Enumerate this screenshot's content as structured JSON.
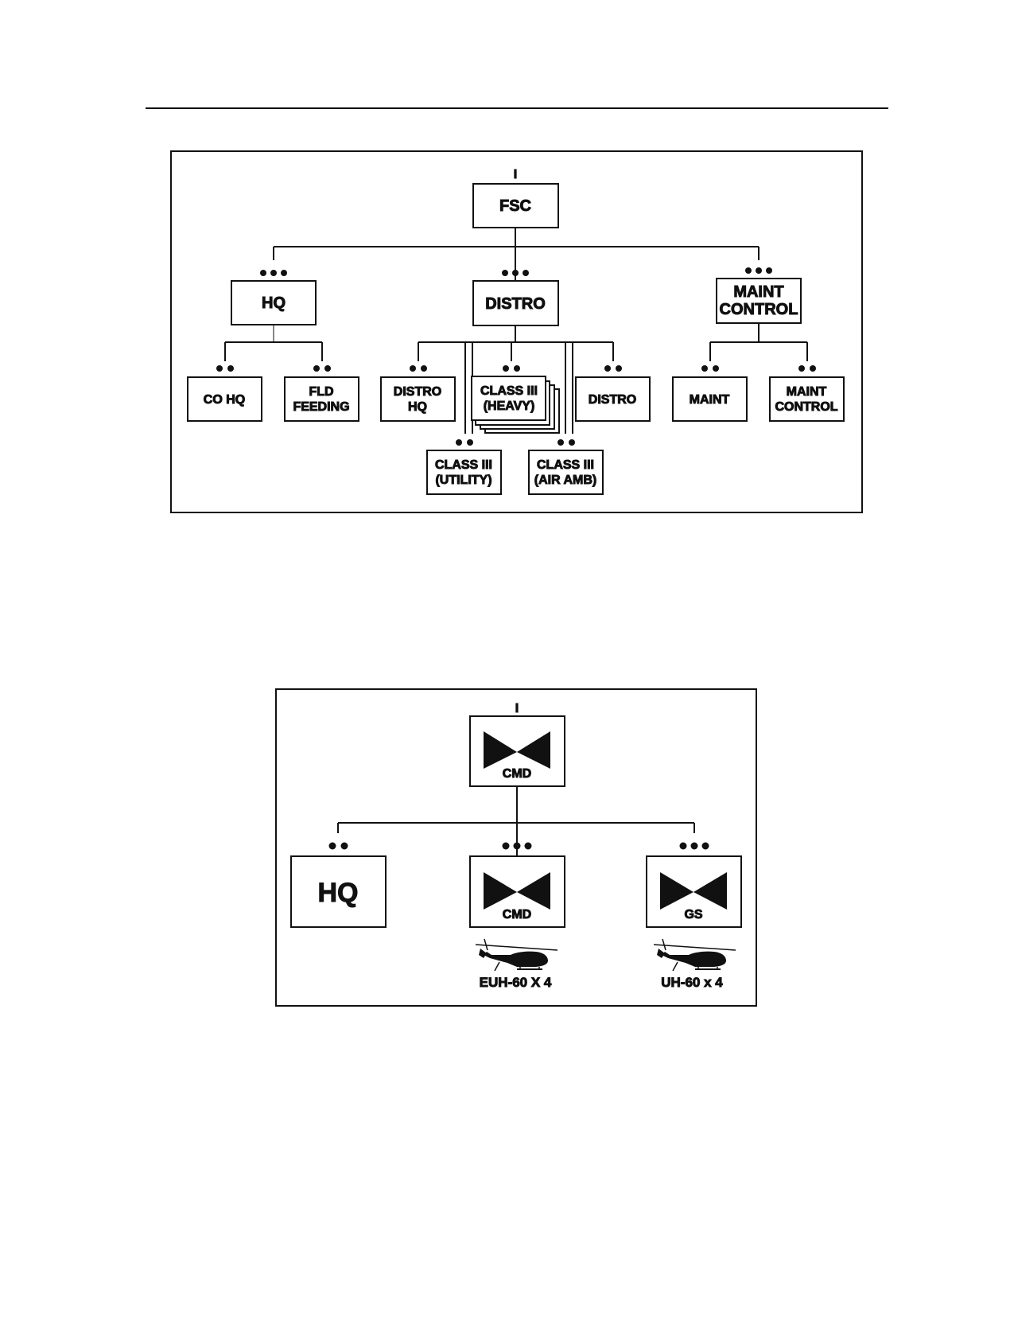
{
  "fsc_chart": {
    "root_echelon": "I",
    "root": "FSC",
    "hq": "HQ",
    "distro": "DISTRO",
    "maint_control_l1": "MAINT",
    "maint_control_l2": "CONTROL",
    "co_hq": "CO HQ",
    "fld_feeding_l1": "FLD",
    "fld_feeding_l2": "FEEDING",
    "distro_hq_l1": "DISTRO",
    "distro_hq_l2": "HQ",
    "class3_heavy_l1": "CLASS III",
    "class3_heavy_l2": "(HEAVY)",
    "distro2": "DISTRO",
    "maint": "MAINT",
    "maint_control2_l1": "MAINT",
    "maint_control2_l2": "CONTROL",
    "class3_utility_l1": "CLASS III",
    "class3_utility_l2": "(UTILITY)",
    "class3_airamb_l1": "CLASS III",
    "class3_airamb_l2": "(AIR AMB)"
  },
  "aviation_chart": {
    "root_echelon": "I",
    "root_label": "CMD",
    "hq": "HQ",
    "cmd_label": "CMD",
    "gs_label": "GS",
    "cmd_aircraft": "EUH-60 X 4",
    "gs_aircraft": "UH-60 x 4"
  },
  "icons": [
    "aviation-symbol-icon",
    "helicopter-icon",
    "echelon-dots-icon"
  ]
}
